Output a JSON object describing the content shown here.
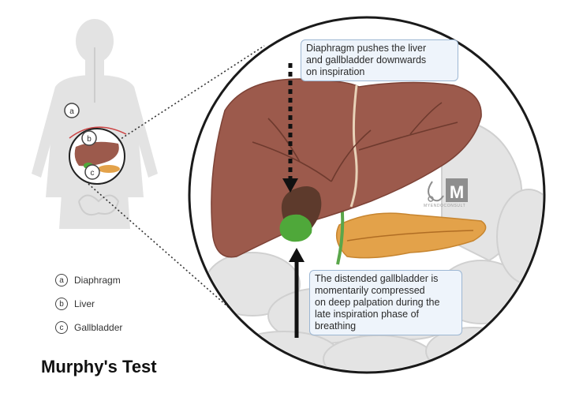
{
  "diagram": {
    "title": "Murphy's Test",
    "callouts": {
      "top": "Diaphragm pushes the liver\nand gallbladder downwards\non inspiration",
      "bottom": "The distended gallbladder is\nmomentarily compressed\non deep palpation during the\nlate inspiration phase of\nbreathing"
    },
    "legend": [
      {
        "marker": "a",
        "label": "Diaphragm"
      },
      {
        "marker": "b",
        "label": "Liver"
      },
      {
        "marker": "c",
        "label": "Gallbladder"
      }
    ],
    "figure_markers": [
      "a",
      "b",
      "c"
    ],
    "watermark": {
      "letter": "M",
      "text": "MYENDOCONSULT"
    },
    "colors": {
      "liver": "#9c5a4c",
      "liver_dark": "#7d4236",
      "gallbladder": "#5d3a2c",
      "gallbladder_green": "#4fa83a",
      "pancreas": "#e3a24a",
      "callout_fill": "#eef4fb",
      "callout_border": "#9db7d3",
      "silhouette": "#e0e0e0"
    }
  }
}
